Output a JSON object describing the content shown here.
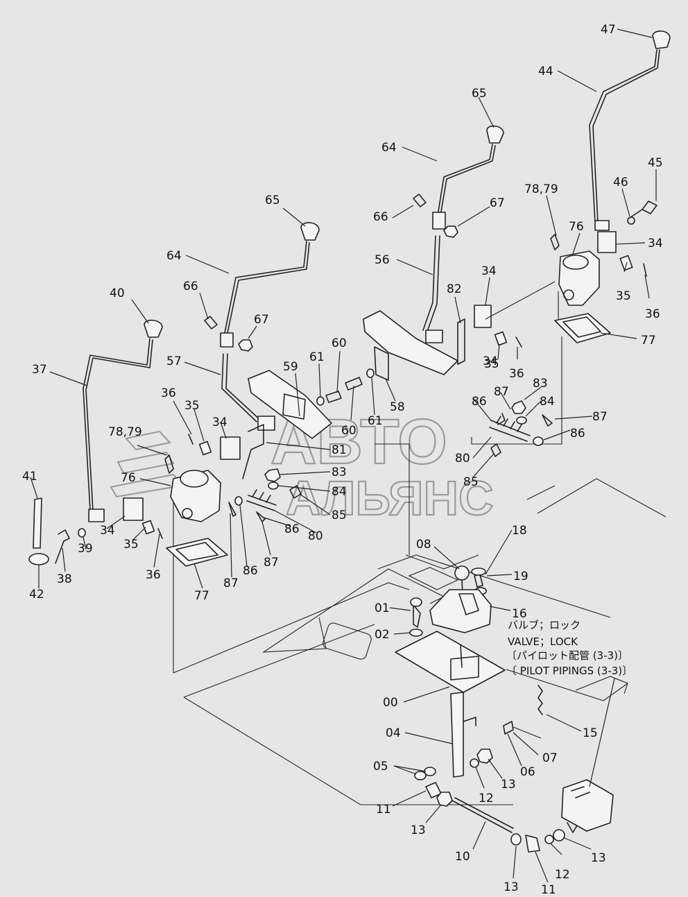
{
  "watermark": {
    "line1": "АВТО",
    "line2": "АЛЬЯНС"
  },
  "note": {
    "line1": "バルブ；ロック",
    "line2": "VALVE；LOCK",
    "line3": "〔パイロット配管 (3-3)〕",
    "line4": "〔 PILOT PIPINGS (3-3)〕"
  },
  "labels": [
    {
      "id": "l47",
      "text": "47"
    },
    {
      "id": "l44",
      "text": "44"
    },
    {
      "id": "l65a",
      "text": "65"
    },
    {
      "id": "l64a",
      "text": "64"
    },
    {
      "id": "l45",
      "text": "45"
    },
    {
      "id": "l46",
      "text": "46"
    },
    {
      "id": "l7879a",
      "text": "78,79"
    },
    {
      "id": "l76a",
      "text": "76"
    },
    {
      "id": "l34a",
      "text": "34"
    },
    {
      "id": "l66a",
      "text": "66"
    },
    {
      "id": "l67a",
      "text": "67"
    },
    {
      "id": "l56",
      "text": "56"
    },
    {
      "id": "l34b",
      "text": "34"
    },
    {
      "id": "l35a",
      "text": "35"
    },
    {
      "id": "l36a",
      "text": "36"
    },
    {
      "id": "l77a",
      "text": "77"
    },
    {
      "id": "l82",
      "text": "82"
    },
    {
      "id": "l65b",
      "text": "65"
    },
    {
      "id": "l64b",
      "text": "64"
    },
    {
      "id": "l66b",
      "text": "66"
    },
    {
      "id": "l67b",
      "text": "67"
    },
    {
      "id": "l40",
      "text": "40"
    },
    {
      "id": "l57",
      "text": "57"
    },
    {
      "id": "l37",
      "text": "37"
    },
    {
      "id": "l59",
      "text": "59"
    },
    {
      "id": "l61a",
      "text": "61"
    },
    {
      "id": "l60a",
      "text": "60"
    },
    {
      "id": "l60b",
      "text": "60"
    },
    {
      "id": "l61b",
      "text": "61"
    },
    {
      "id": "l58",
      "text": "58"
    },
    {
      "id": "l34c",
      "text": "34"
    },
    {
      "id": "l35b",
      "text": "35"
    },
    {
      "id": "l36b",
      "text": "36"
    },
    {
      "id": "l87a",
      "text": "87"
    },
    {
      "id": "l83a",
      "text": "83"
    },
    {
      "id": "l84a",
      "text": "84"
    },
    {
      "id": "l86a",
      "text": "86"
    },
    {
      "id": "l87b",
      "text": "87"
    },
    {
      "id": "l86b",
      "text": "86"
    },
    {
      "id": "l80a",
      "text": "80"
    },
    {
      "id": "l85a",
      "text": "85"
    },
    {
      "id": "l36c",
      "text": "36"
    },
    {
      "id": "l35c",
      "text": "35"
    },
    {
      "id": "l34d",
      "text": "34"
    },
    {
      "id": "l7879b",
      "text": "78,79"
    },
    {
      "id": "l81",
      "text": "81"
    },
    {
      "id": "l83b",
      "text": "83"
    },
    {
      "id": "l84b",
      "text": "84"
    },
    {
      "id": "l85b",
      "text": "85"
    },
    {
      "id": "l76b",
      "text": "76"
    },
    {
      "id": "l41",
      "text": "41"
    },
    {
      "id": "l80b",
      "text": "80"
    },
    {
      "id": "l86c",
      "text": "86"
    },
    {
      "id": "l87c",
      "text": "87"
    },
    {
      "id": "l86d",
      "text": "86"
    },
    {
      "id": "l87d",
      "text": "87"
    },
    {
      "id": "l34e",
      "text": "34"
    },
    {
      "id": "l35d",
      "text": "35"
    },
    {
      "id": "l36d",
      "text": "36"
    },
    {
      "id": "l39",
      "text": "39"
    },
    {
      "id": "l38",
      "text": "38"
    },
    {
      "id": "l42",
      "text": "42"
    },
    {
      "id": "l77b",
      "text": "77"
    },
    {
      "id": "l18",
      "text": "18"
    },
    {
      "id": "l08",
      "text": "08"
    },
    {
      "id": "l19",
      "text": "19"
    },
    {
      "id": "l01",
      "text": "01"
    },
    {
      "id": "l16",
      "text": "16"
    },
    {
      "id": "l02",
      "text": "02"
    },
    {
      "id": "l00",
      "text": "00"
    },
    {
      "id": "l15",
      "text": "15"
    },
    {
      "id": "l04",
      "text": "04"
    },
    {
      "id": "l07",
      "text": "07"
    },
    {
      "id": "l05",
      "text": "05"
    },
    {
      "id": "l06",
      "text": "06"
    },
    {
      "id": "l13a",
      "text": "13"
    },
    {
      "id": "l12a",
      "text": "12"
    },
    {
      "id": "l11a",
      "text": "11"
    },
    {
      "id": "l13b",
      "text": "13"
    },
    {
      "id": "l10",
      "text": "10"
    },
    {
      "id": "l13c",
      "text": "13"
    },
    {
      "id": "l11b",
      "text": "11"
    },
    {
      "id": "l12b",
      "text": "12"
    },
    {
      "id": "l13d",
      "text": "13"
    }
  ]
}
